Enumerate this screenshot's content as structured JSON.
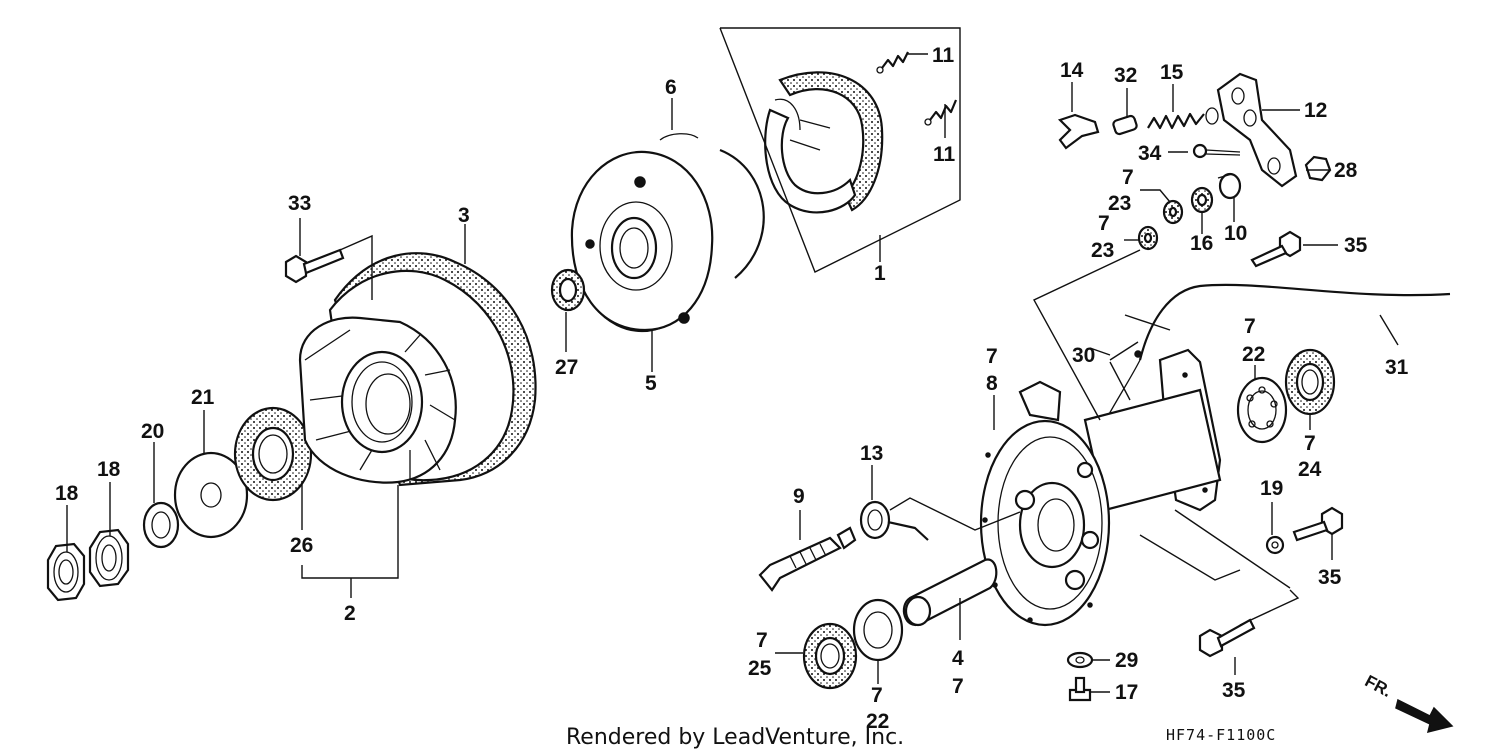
{
  "diagram": {
    "callouts": {
      "c1": "1",
      "c2": "2",
      "c3": "3",
      "c4": "4",
      "c4b": "7",
      "c5": "5",
      "c6": "6",
      "c7a": "7",
      "c8": "8",
      "c9": "9",
      "c10": "10",
      "c11a": "11",
      "c11b": "11",
      "c12": "12",
      "c13": "13",
      "c14": "14",
      "c15": "15",
      "c16": "16",
      "c17": "17",
      "c18a": "18",
      "c18b": "18",
      "c19": "19",
      "c20": "20",
      "c21": "21",
      "c22a7": "7",
      "c22a": "22",
      "c22b7": "7",
      "c22b": "22",
      "c23a7": "7",
      "c23a": "23",
      "c23b7": "7",
      "c23b": "23",
      "c24": "24",
      "c24_7": "7",
      "c25_7": "7",
      "c25": "25",
      "c26": "26",
      "c27": "27",
      "c28": "28",
      "c29": "29",
      "c30": "30",
      "c31": "31",
      "c32": "32",
      "c33": "33",
      "c34": "34",
      "c35a": "35",
      "c35b": "35",
      "c35c": "35"
    },
    "credit": "Rendered by LeadVenture, Inc.",
    "diagram_code": "HF74-F1100C",
    "direction_label": "FR."
  }
}
